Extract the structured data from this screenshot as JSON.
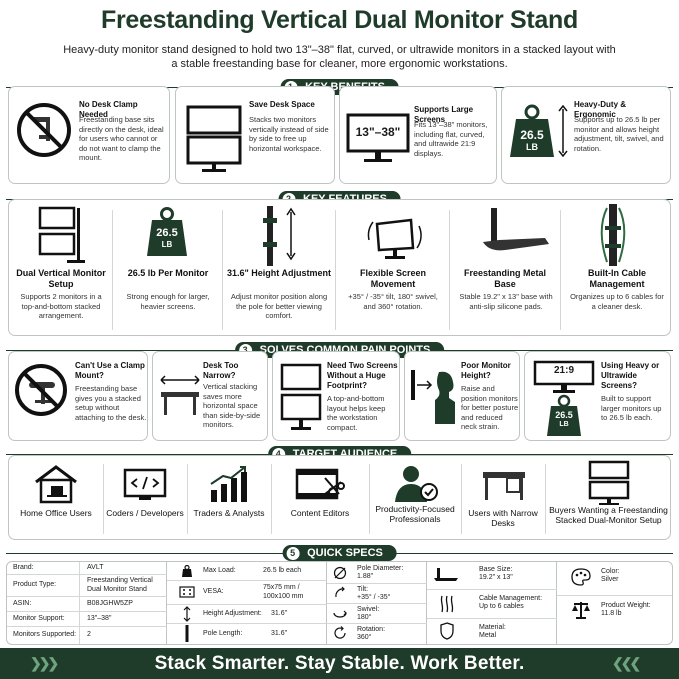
{
  "header": {
    "title": "Freestanding Vertical Dual Monitor Stand",
    "subtitle": "Heavy-duty monitor stand designed to hold two 13\"–38\" flat, curved, or ultrawide monitors in a stacked layout with a stable freestanding base for cleaner, more ergonomic workstations."
  },
  "sections": [
    {
      "num": "1",
      "label": "KEY BENEFITS"
    },
    {
      "num": "2",
      "label": "KEY FEATURES"
    },
    {
      "num": "3",
      "label": "SOLVES COMMON PAIN POINTS"
    },
    {
      "num": "4",
      "label": "TARGET AUDIENCE"
    },
    {
      "num": "5",
      "label": "QUICK SPECS"
    }
  ],
  "benefits": [
    {
      "title": "No Desk Clamp Needed",
      "text": "Freestanding base sits directly on the desk, ideal for users who cannot or do not want to clamp the mount.",
      "icon": "no-clamp-icon"
    },
    {
      "title": "Save Desk Space",
      "text": "Stacks two monitors vertically instead of side by side to free up horizontal workspace.",
      "icon": "stacked-monitors-icon"
    },
    {
      "title": "Supports Large Screens",
      "text": "Fits 13\"–38\" monitors, including flat, curved, and ultrawide 21:9 displays.",
      "badge": "13\"–38\"",
      "icon": "monitor-icon"
    },
    {
      "title": "Heavy-Duty & Ergonomic",
      "text": "Supports up to 26.5 lb per monitor and allows height adjustment, tilt, swivel, and rotation.",
      "weight": "26.5",
      "unit": "LB",
      "icon": "weight-icon"
    }
  ],
  "features": [
    {
      "title": "Dual Vertical Monitor Setup",
      "text": "Supports 2 monitors in a top-and-bottom stacked arrangement.",
      "icon": "stacked-monitors-icon"
    },
    {
      "title": "26.5 lb Per Monitor",
      "text": "Strong enough for larger, heavier screens.",
      "weight": "26.5",
      "unit": "LB",
      "icon": "weight-icon"
    },
    {
      "title": "31.6\" Height Adjustment",
      "text": "Adjust monitor position along the pole for better viewing comfort.",
      "icon": "pole-icon"
    },
    {
      "title": "Flexible Screen Movement",
      "text": "+35° / -35° tilt, 180° swivel, and 360° rotation.",
      "icon": "rotate-monitor-icon"
    },
    {
      "title": "Freestanding Metal Base",
      "text": "Stable 19.2\" x 13\" base with anti-slip silicone pads.",
      "icon": "base-icon"
    },
    {
      "title": "Built-In Cable Management",
      "text": "Organizes up to 6 cables for a cleaner desk.",
      "icon": "cable-icon"
    }
  ],
  "pain_points": [
    {
      "title": "Can't Use a Clamp Mount?",
      "text": "Freestanding base gives you a stacked setup without attaching to the desk.",
      "icon": "no-clamp-icon"
    },
    {
      "title": "Desk Too Narrow?",
      "text": "Vertical stacking saves more horizontal space than side-by-side monitors.",
      "icon": "narrow-desk-icon"
    },
    {
      "title": "Need Two Screens Without a Huge Footprint?",
      "text": "A top-and-bottom layout helps keep the workstation compact.",
      "icon": "stacked-monitors-icon"
    },
    {
      "title": "Poor Monitor Height?",
      "text": "Raise and position monitors for better posture and reduced neck strain.",
      "icon": "posture-icon"
    },
    {
      "title": "Using Heavy or Ultrawide Screens?",
      "text": "Built to support larger monitors up to 26.5 lb each.",
      "badge": "21:9",
      "weight": "26.5",
      "unit": "LB",
      "icon": "ultrawide-icon"
    }
  ],
  "audience": [
    {
      "label": "Home Office Users",
      "icon": "home-office-icon"
    },
    {
      "label": "Coders / Developers",
      "icon": "code-icon"
    },
    {
      "label": "Traders & Analysts",
      "icon": "chart-icon"
    },
    {
      "label": "Content Editors",
      "icon": "film-edit-icon"
    },
    {
      "label": "Productivity-Focused Professionals",
      "icon": "professional-icon"
    },
    {
      "label": "Users with Narrow Desks",
      "icon": "narrow-desk-icon"
    },
    {
      "label": "Buyers Wanting a Freestanding Stacked Dual-Monitor Setup",
      "icon": "stacked-monitors-icon"
    }
  ],
  "specs": {
    "table": [
      {
        "label": "Brand:",
        "value": "AVLT"
      },
      {
        "label": "Product Type:",
        "value": "Freestanding Vertical Dual Monitor Stand"
      },
      {
        "label": "ASIN:",
        "value": "B08JGHW5ZP"
      },
      {
        "label": "Monitor Support:",
        "value": "13\"–38\""
      },
      {
        "label": "Monitors Supported:",
        "value": "2"
      }
    ],
    "col2": [
      {
        "label": "Max Load:",
        "value": "26.5 lb each"
      },
      {
        "label": "VESA:",
        "value": "75x75 mm / 100x100 mm"
      },
      {
        "label": "Height Adjustment:",
        "value": "31.6\""
      },
      {
        "label": "Pole Length:",
        "value": "31.6\""
      }
    ],
    "col3": [
      {
        "label": "Pole Diameter:",
        "value": "1.88\""
      },
      {
        "label": "Tilt:",
        "value": "+35° / -35°"
      },
      {
        "label": "Swivel:",
        "value": "180°"
      },
      {
        "label": "Rotation:",
        "value": "360°"
      }
    ],
    "col4": [
      {
        "label": "Base Size:",
        "value": "19.2\" x 13\""
      },
      {
        "label": "Cable Management:",
        "value": "Up to 6 cables"
      },
      {
        "label": "Material:",
        "value": "Metal"
      }
    ],
    "col5": [
      {
        "label": "Color:",
        "value": "Silver"
      },
      {
        "label": "Product Weight:",
        "value": "11.8 lb"
      }
    ]
  },
  "footer": {
    "slogan": "Stack Smarter. Stay Stable. Work Better."
  },
  "colors": {
    "brand_green": "#1f3b2a",
    "accent_green": "#6ea37e"
  }
}
